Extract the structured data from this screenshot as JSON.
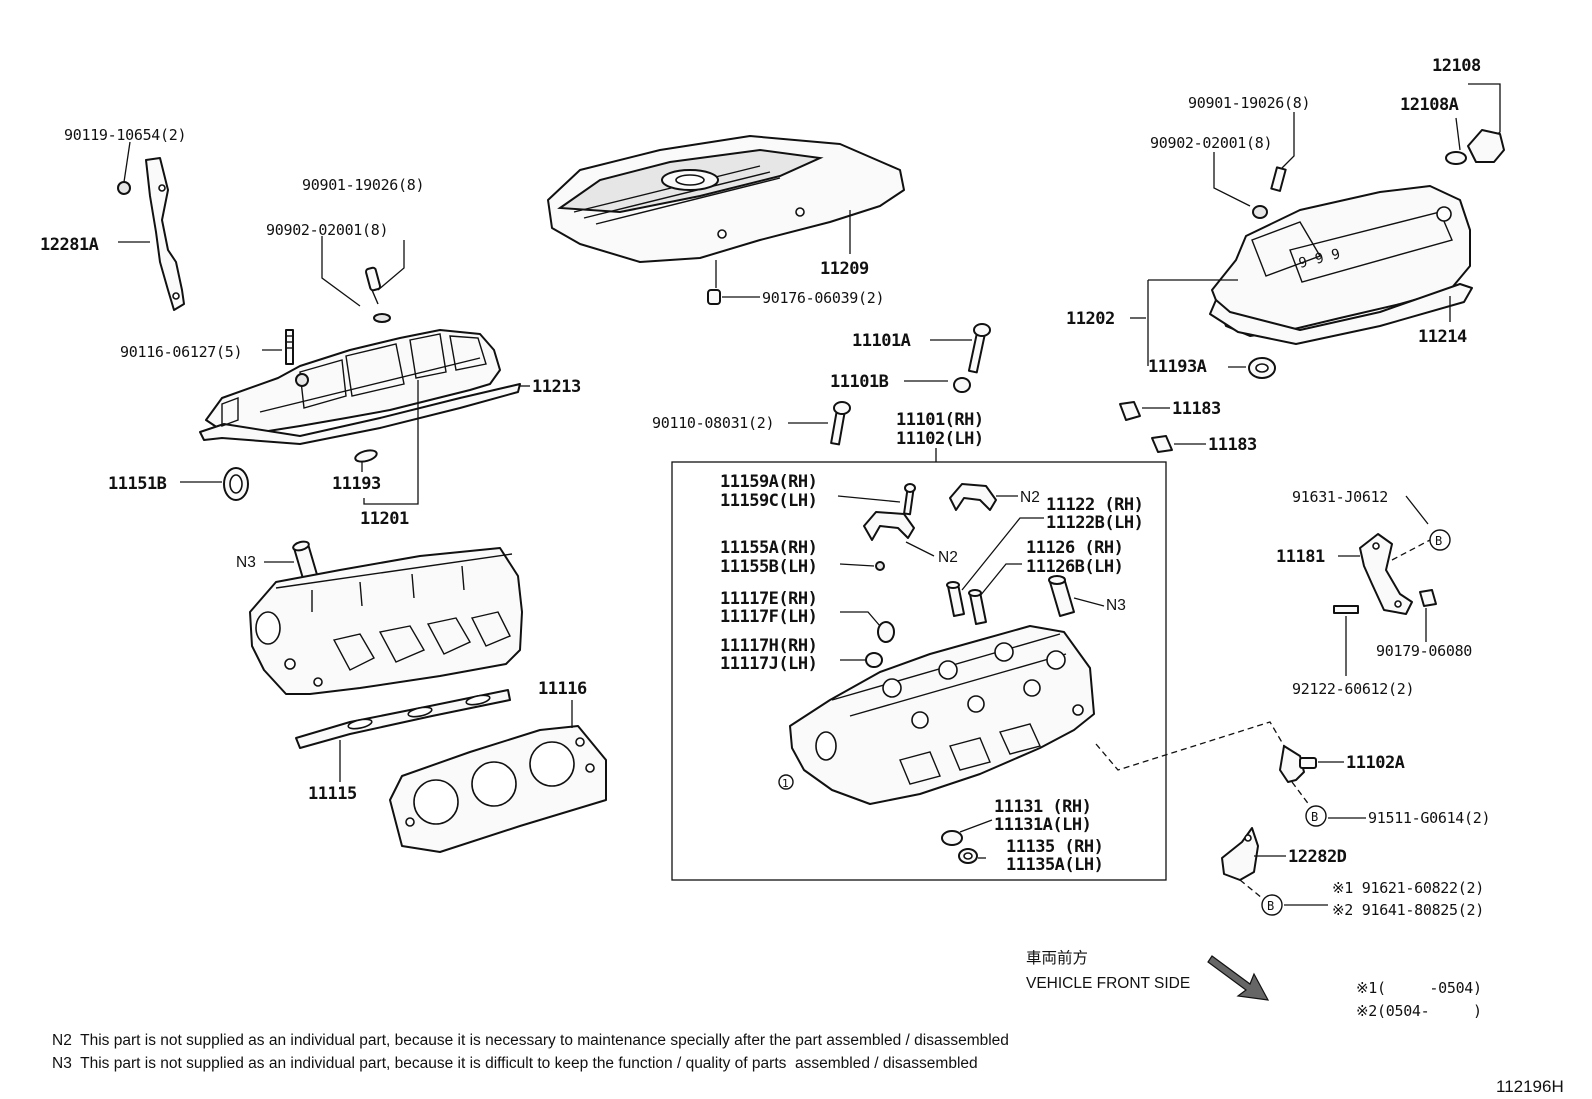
{
  "diagram_id": "112196H",
  "labels": {
    "p90119": "90119-10654(2)",
    "p12281A": "12281A",
    "p90901_l": "90901-19026(8)",
    "p90902_l": "90902-02001(8)",
    "p90116": "90116-06127(5)",
    "p11213": "11213",
    "p11151B": "11151B",
    "p11193": "11193",
    "p11201": "11201",
    "pN3_a": "N3",
    "p11116": "11116",
    "p11115": "11115",
    "p11209": "11209",
    "p90176": "90176-06039(2)",
    "p11101A": "11101A",
    "p11101B": "11101B",
    "p90110": "90110-08031(2)",
    "p11101": "11101(RH)",
    "p11102": "11102(LH)",
    "p11159A": "11159A(RH)",
    "p11159C": "11159C(LH)",
    "p11155A": "11155A(RH)",
    "p11155B": "11155B(LH)",
    "p11117E": "11117E(RH)",
    "p11117F": "11117F(LH)",
    "p11117H": "11117H(RH)",
    "p11117J": "11117J(LH)",
    "pN2_a": "N2",
    "pN2_b": "N2",
    "p11122": "11122 (RH)",
    "p11122B": "11122B(LH)",
    "p11126": "11126 (RH)",
    "p11126B": "11126B(LH)",
    "pN3_b": "N3",
    "p11131": "11131 (RH)",
    "p11131A": "11131A(LH)",
    "p11135": "11135 (RH)",
    "p11135A": "11135A(LH)",
    "p90901_r": "90901-19026(8)",
    "p90902_r": "90902-02001(8)",
    "p12108": "12108",
    "p12108A": "12108A",
    "p11202": "11202",
    "p11214": "11214",
    "p11193A": "11193A",
    "p11183_a": "11183",
    "p11183_b": "11183",
    "p91631": "91631-J0612",
    "p11181": "11181",
    "p90179": "90179-06080",
    "p92122": "92122-60612(2)",
    "p11102A": "11102A",
    "p91511": "91511-G0614(2)",
    "p12282D": "12282D",
    "p91621": "※1 91621-60822(2)",
    "p91641": "※2 91641-80825(2)",
    "b_marker": "B"
  },
  "front": {
    "jp": "車両前方",
    "en": "VEHICLE FRONT SIDE"
  },
  "periods": {
    "r1": "※1(     -0504)",
    "r2": "※2(0504-     )"
  },
  "notes": {
    "n2": "N2  This part is not supplied as an individual part, because it is necessary to maintenance specially after the part assembled / disassembled",
    "n3": "N3  This part is not supplied as an individual part, because it is difficult to keep the function / quality of parts  assembled / disassembled"
  },
  "circle_1": "1"
}
